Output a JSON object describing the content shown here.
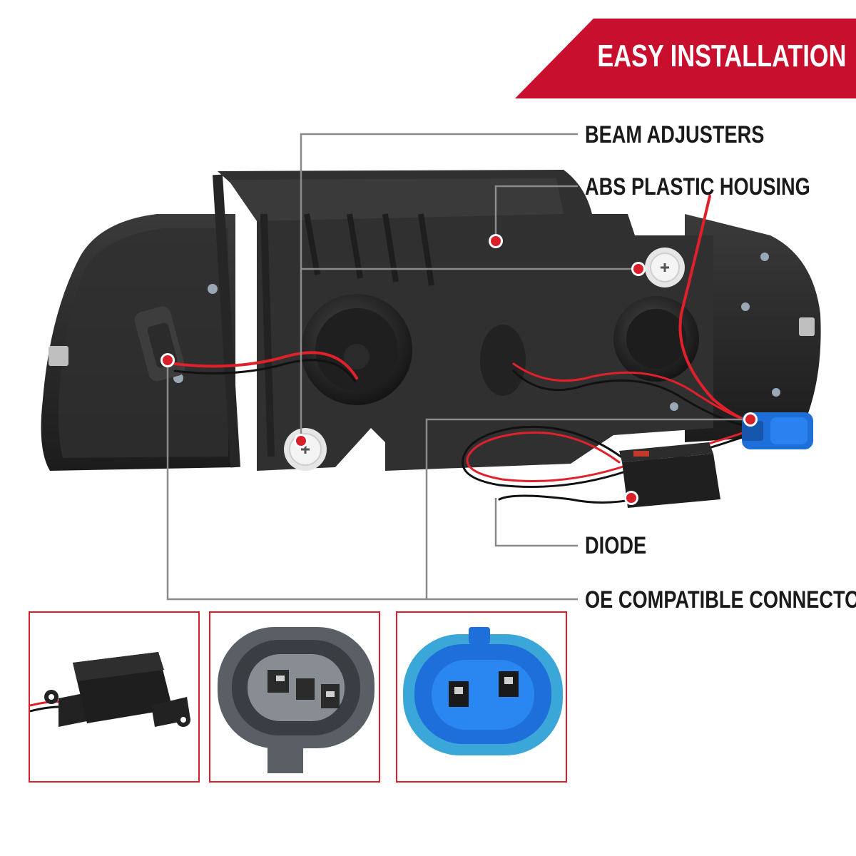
{
  "banner": {
    "title": "EASY INSTALLATION",
    "color": "#c8102e"
  },
  "callouts": [
    {
      "id": "beam-adjusters",
      "label": "BEAM ADJUSTERS"
    },
    {
      "id": "abs-plastic-housing",
      "label": "ABS PLASTIC HOUSING"
    },
    {
      "id": "diode",
      "label": "DIODE"
    },
    {
      "id": "oe-compatible-connectors",
      "label": "OE COMPATIBLE CONNECTORS"
    }
  ],
  "colors": {
    "leader_line": "#8a8a8a",
    "marker_red": "#d9202a",
    "inset_border": "#d9202a",
    "housing": "#2b2b2b",
    "wire_red": "#e0202a",
    "connector_blue": "#1e6fd9"
  },
  "icons": {
    "marker": "red-dot-marker-icon",
    "inset_1": "diode-module-photo",
    "inset_2": "gray-connector-photo",
    "inset_3": "blue-connector-photo"
  }
}
